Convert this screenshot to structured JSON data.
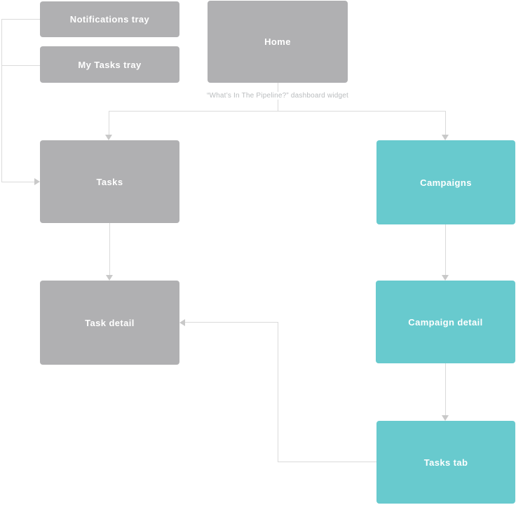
{
  "diagram": {
    "caption": "“What’s In The Pipeline?” dashboard widget",
    "nodes": {
      "notifications_tray": {
        "label": "Notifications tray",
        "variant": "gray"
      },
      "my_tasks_tray": {
        "label": "My Tasks tray",
        "variant": "gray"
      },
      "home": {
        "label": "Home",
        "variant": "gray"
      },
      "tasks": {
        "label": "Tasks",
        "variant": "gray"
      },
      "campaigns": {
        "label": "Campaigns",
        "variant": "teal"
      },
      "task_detail": {
        "label": "Task detail",
        "variant": "gray"
      },
      "campaign_detail": {
        "label": "Campaign detail",
        "variant": "teal"
      },
      "tasks_tab": {
        "label": "Tasks tab",
        "variant": "teal"
      }
    },
    "edges": [
      {
        "from": "notifications_tray",
        "to": "tasks"
      },
      {
        "from": "my_tasks_tray",
        "to": "tasks"
      },
      {
        "from": "home",
        "to": "tasks"
      },
      {
        "from": "home",
        "to": "campaigns"
      },
      {
        "from": "tasks",
        "to": "task_detail"
      },
      {
        "from": "campaigns",
        "to": "campaign_detail"
      },
      {
        "from": "campaign_detail",
        "to": "tasks_tab"
      },
      {
        "from": "tasks_tab",
        "to": "task_detail"
      }
    ],
    "colors": {
      "gray_node": "#b0b0b2",
      "teal_node": "#68cace",
      "connector": "#dadada",
      "arrowhead": "#c9c9c9",
      "node_text": "#ffffff",
      "caption_text": "#b9bcbe"
    }
  }
}
